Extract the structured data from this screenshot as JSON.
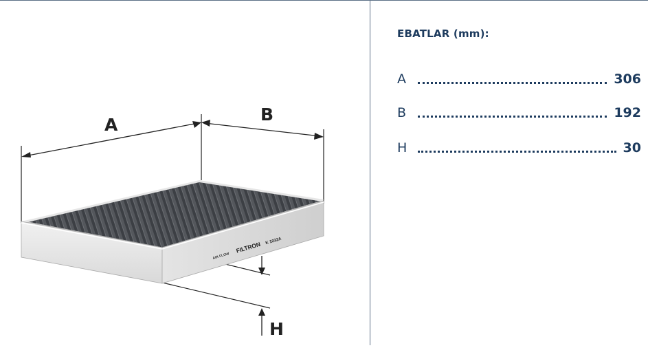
{
  "specs": {
    "title": "EBATLAR (mm):",
    "rows": [
      {
        "label": "A",
        "value": "306"
      },
      {
        "label": "B",
        "value": "192"
      },
      {
        "label": "H",
        "value": "30"
      }
    ]
  },
  "diagram": {
    "dimension_labels": {
      "a": "A",
      "b": "B",
      "h": "H"
    },
    "filter_print": {
      "airflow": "AIR FLOW",
      "brand": "FILTRON",
      "part_number": "K 1032A"
    }
  },
  "colors": {
    "text_accent": "#1d3b5e",
    "divider": "#5b6f86",
    "filter_media": "#4a4d52",
    "filter_frame": "#e9e9e9"
  }
}
